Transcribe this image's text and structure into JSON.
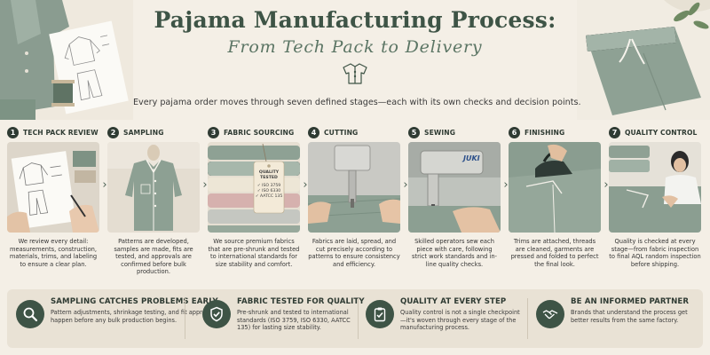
{
  "header": {
    "title": "Pajama Manufacturing Process:",
    "subtitle": "From Tech Pack to Delivery",
    "intro": "Every pajama order moves through seven defined stages—each with its own checks and decision points."
  },
  "colors": {
    "accent": "#3e5446",
    "sage": "#8fa396",
    "background": "#f4efe6",
    "panel": "#e9e2d5"
  },
  "stages": [
    {
      "number": "1",
      "label": "TECH PACK REVIEW",
      "description": "We review every detail: measurements, construction, materials, trims, and labeling to ensure a clear plan."
    },
    {
      "number": "2",
      "label": "SAMPLING",
      "description": "Patterns are developed, samples are made, fits are tested, and approvals are confirmed before bulk production."
    },
    {
      "number": "3",
      "label": "FABRIC SOURCING",
      "description": "We source premium fabrics that are pre-shrunk and tested to international standards for size stability and comfort.",
      "tag": {
        "line1": "QUALITY",
        "line2": "TESTED",
        "items": [
          "ISO 3759",
          "ISO 6330",
          "AATCC 135"
        ]
      }
    },
    {
      "number": "4",
      "label": "CUTTING",
      "description": "Fabrics are laid, spread, and cut precisely according to patterns to ensure consistency and efficiency."
    },
    {
      "number": "5",
      "label": "SEWING",
      "description": "Skilled operators sew each piece with care, following strict work standards and in-line quality checks.",
      "machine_brand": "JUKI"
    },
    {
      "number": "6",
      "label": "FINISHING",
      "description": "Trims are attached, threads are cleaned, garments are pressed and folded to perfect the final look."
    },
    {
      "number": "7",
      "label": "QUALITY CONTROL",
      "description": "Quality is checked at every stage—from fabric inspection to final AQL random inspection before shipping."
    }
  ],
  "features": [
    {
      "icon": "magnifier-icon",
      "title": "SAMPLING CATCHES PROBLEMS EARLY",
      "description": "Pattern adjustments, shrinkage testing, and fit approval happen before any bulk production begins."
    },
    {
      "icon": "shield-check-icon",
      "title": "FABRIC TESTED FOR QUALITY",
      "description": "Pre-shrunk and tested to international standards (ISO 3759, ISO 6330, AATCC 135) for lasting size stability."
    },
    {
      "icon": "clipboard-check-icon",
      "title": "QUALITY AT EVERY STEP",
      "description": "Quality control is not a single checkpoint—it's woven through every stage of the manufacturing process."
    },
    {
      "icon": "handshake-icon",
      "title": "BE AN INFORMED PARTNER",
      "description": "Brands that understand the process get better results from the same factory."
    }
  ]
}
